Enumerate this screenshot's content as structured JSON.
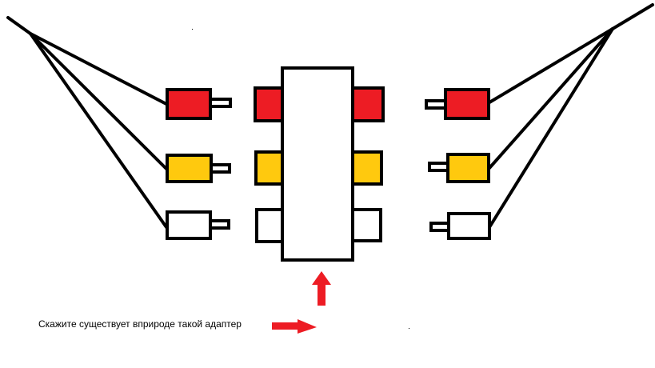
{
  "caption": "Скажите существует вприроде такой адаптер",
  "colors": {
    "outline": "#000000",
    "red": "#ed1c24",
    "yellow": "#ffc90e",
    "white": "#ffffff",
    "arrow": "#ed1c24"
  },
  "connector_rows": [
    "red",
    "yellow",
    "white"
  ],
  "icons": {
    "arrow_up": "arrow-up-icon",
    "arrow_right": "arrow-right-icon"
  }
}
